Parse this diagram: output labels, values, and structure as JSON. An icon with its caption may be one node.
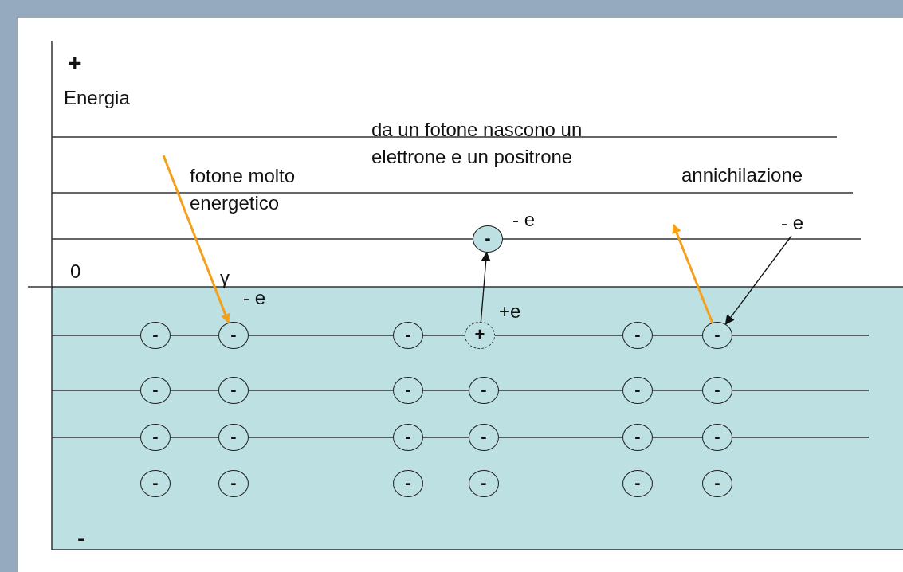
{
  "diagram": {
    "nodes": [
      {
        "text": [
          "- e"
        ]
      },
      {
        "text": [
          "-"
        ],
        "beside": [
          "- e"
        ]
      },
      {
        "text": [
          "-"
        ]
      },
      {
        "text": [
          "-"
        ],
        "beside": [
          "- e"
        ]
      },
      {
        "text": [
          "-"
        ]
      },
      {
        "text": [
          "+"
        ],
        "beside": [
          "+e"
        ]
      },
      {
        "text": [
          "-"
        ]
      },
      {
        "text": [
          "-"
        ]
      },
      {
        "text": [
          "-"
        ]
      },
      {
        "text": [
          "-"
        ]
      },
      {
        "text": [
          "-"
        ]
      },
      {
        "text": [
          "-"
        ]
      },
      {
        "text": [
          "-"
        ]
      },
      {
        "text": [
          "-"
        ]
      },
      {
        "text": [
          "-"
        ]
      },
      {
        "text": [
          "-"
        ]
      },
      {
        "text": [
          "-"
        ]
      },
      {
        "text": [
          "-"
        ]
      },
      {
        "text": [
          "-"
        ]
      },
      {
        "text": [
          "-"
        ]
      },
      {
        "text": [
          "-"
        ]
      },
      {
        "text": [
          "-"
        ]
      },
      {
        "text": [
          "-"
        ]
      },
      {
        "text": [
          "-"
        ]
      },
      {
        "text": [
          "-"
        ]
      },
      {
        "text": [
          "-"
        ]
      }
    ],
    "edges": [
      {
        "from": null,
        "to": 3,
        "arrow": "to",
        "color": "#f5a01a",
        "style": "thick"
      },
      {
        "from": 5,
        "to": 1,
        "arrow": "to",
        "color": "#111111"
      },
      {
        "from": 7,
        "to": null,
        "arrow": "to",
        "color": "#f5a01a",
        "style": "thick"
      },
      {
        "from": 0,
        "to": 7,
        "arrow": "to",
        "color": "#111111"
      }
    ],
    "labels": [
      "+",
      "Energia",
      "da un fotone nascono un elettrone e un positrone",
      "fotone molto energetico",
      "annichilazione",
      "0",
      "γ",
      "-"
    ]
  }
}
